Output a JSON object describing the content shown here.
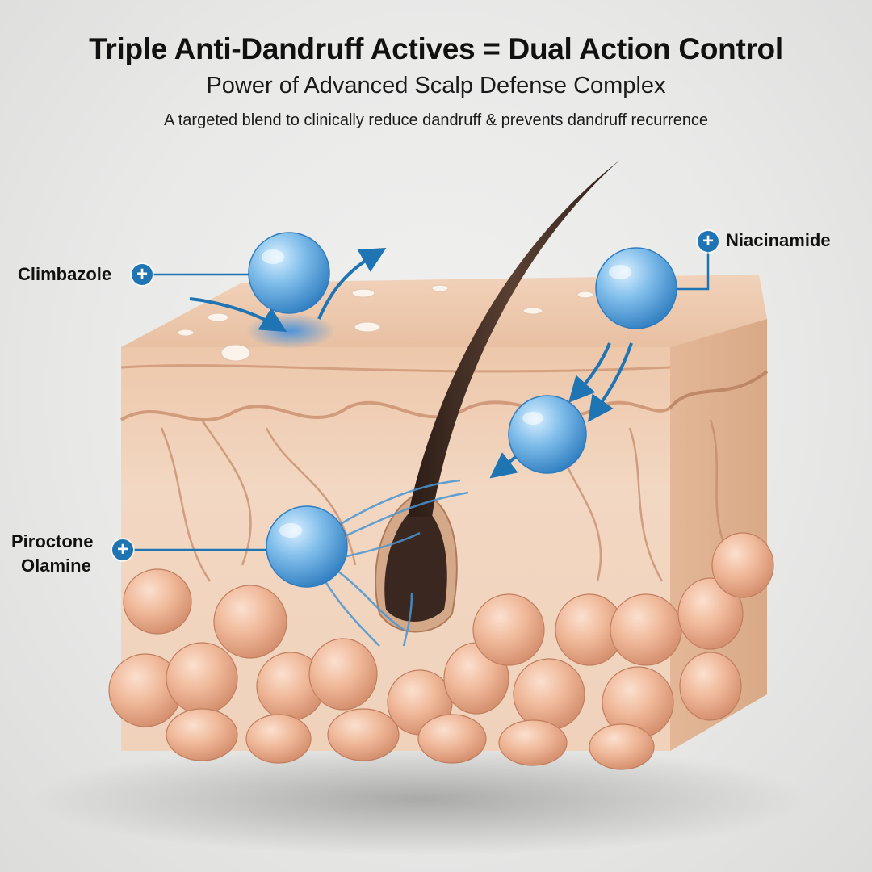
{
  "header": {
    "title": "Triple Anti-Dandruff Actives = Dual Action Control",
    "subtitle": "Power of Advanced Scalp Defense Complex",
    "tagline": "A targeted blend to clinically reduce dandruff & prevents dandruff recurrence"
  },
  "callouts": [
    {
      "label": "Climbazole",
      "icon": "plus-icon"
    },
    {
      "label": "Niacinamide",
      "icon": "plus-icon"
    },
    {
      "label_line1": "Piroctone",
      "label_line2": "Olamine",
      "icon": "plus-icon"
    }
  ],
  "plus_glyph": "+",
  "colors": {
    "accent_blue": "#1f74b3",
    "sphere_blue": "#6fb2e6",
    "skin": "#efc7a8",
    "hair": "#3b2a22",
    "background": "#ebebea"
  }
}
